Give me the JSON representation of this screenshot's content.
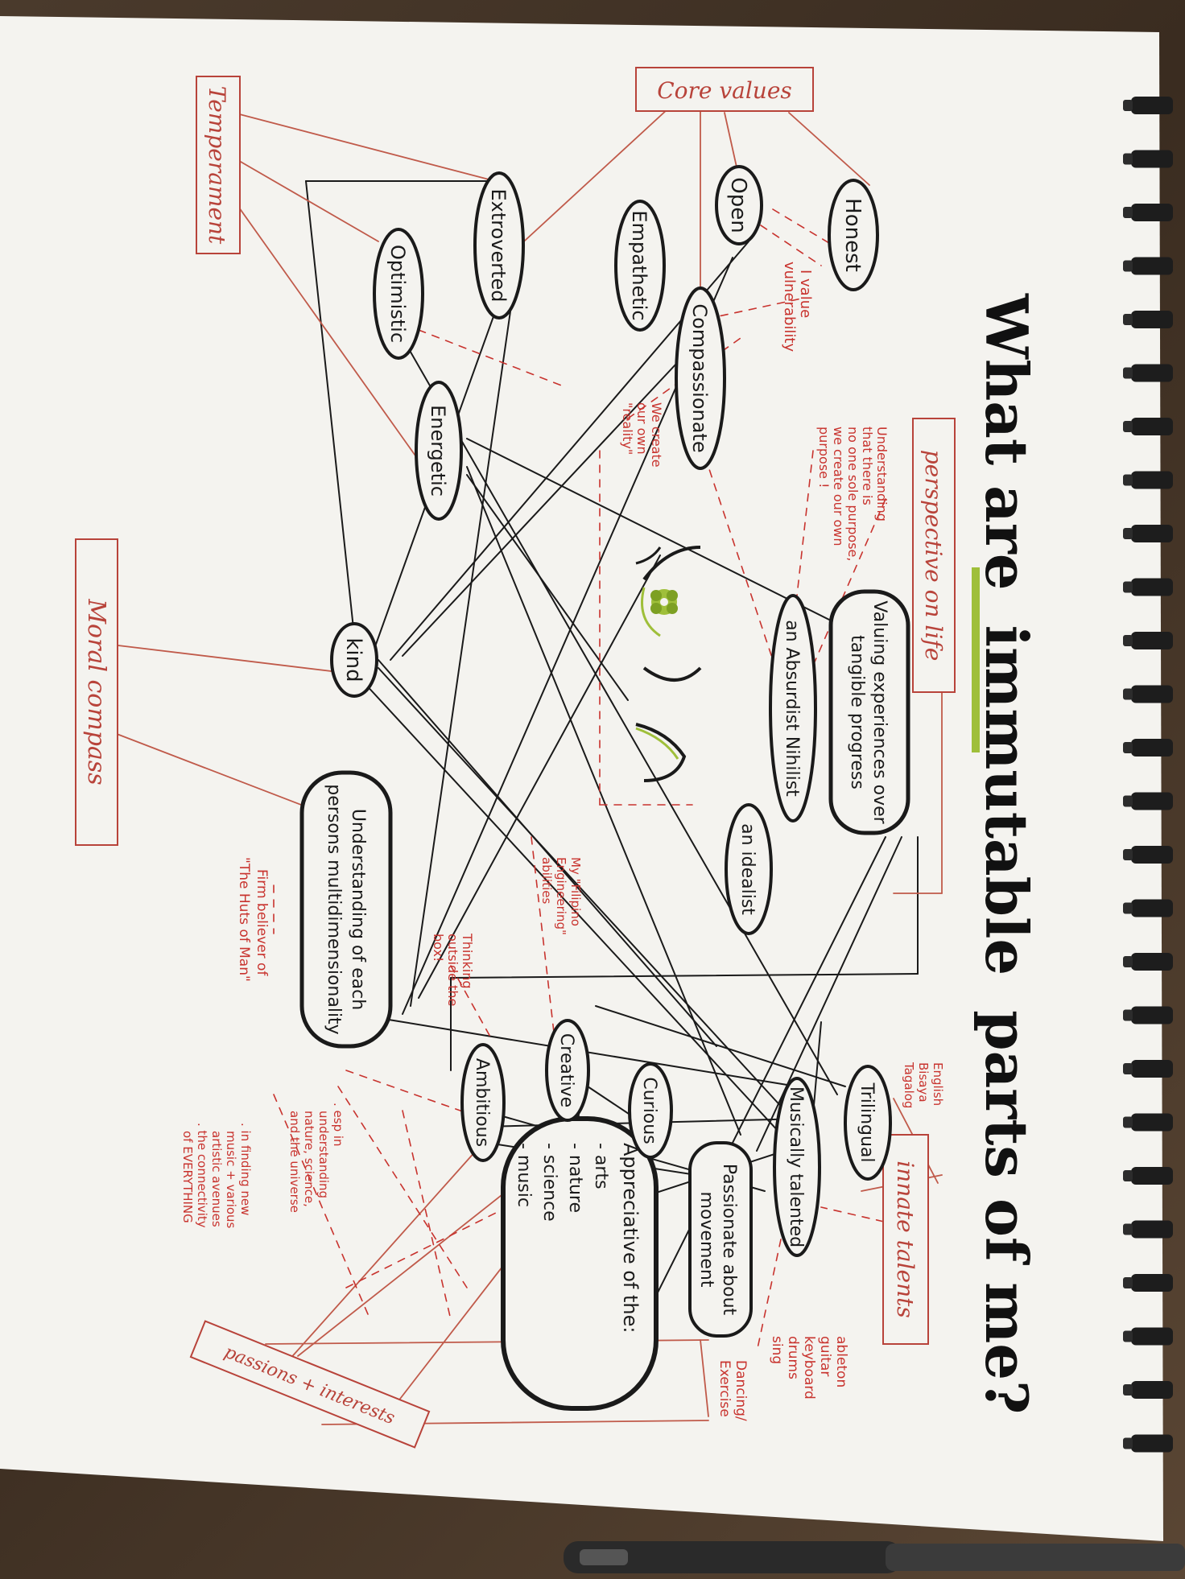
{
  "title": {
    "before": "What are",
    "highlight": "immutable",
    "after": "parts of me?"
  },
  "categories": {
    "core_values": "Core values",
    "temperament": "Temperament",
    "perspective": "perspective on life",
    "moral_compass": "Moral compass",
    "innate_talents": "innate talents",
    "passions": "passions + interests"
  },
  "nodes": {
    "honest": "Honest",
    "open": "Open",
    "empathetic": "Empathetic",
    "extroverted": "Extroverted",
    "optimistic": "Optimistic",
    "compassionate": "Compassionate",
    "energetic": "Energetic",
    "kind": "kind",
    "understanding_l1": "Understanding of each",
    "understanding_l2": "persons multidimensionality",
    "valuing_l1": "Valuing experiences over",
    "valuing_l2": "tangible progress",
    "absurdist": "an Absurdist Nihilist",
    "idealist": "an idealist",
    "trilingual": "Trilingual",
    "musical": "Musically talented",
    "passionate_l1": "Passionate about",
    "passionate_l2": "movement",
    "appreciative_head": "Appreciative of the:",
    "appreciative_items": [
      "- arts",
      "- nature",
      "- science",
      "- music"
    ],
    "curious": "Curious",
    "creative": "Creative",
    "ambitious": "Ambitious"
  },
  "notes": {
    "vulnerability": [
      "I value",
      "vulnerability"
    ],
    "we_create": [
      "We create",
      "our own",
      "\"reality\""
    ],
    "purpose": [
      "Understanding",
      "that there is",
      "no one sole purpose,",
      "we create our own",
      "purpose !"
    ],
    "languages": [
      "English",
      "Bisaya",
      "Tagalog"
    ],
    "instruments": [
      "ableton",
      "guitar",
      "keyboard",
      "drums",
      "sing"
    ],
    "dancing": [
      "Dancing/",
      "Exercise"
    ],
    "hutts": [
      "Firm believer of",
      "\"The Huts of Man\""
    ],
    "filipino": [
      "My \"Filipino",
      "Engineering\"",
      "abilities"
    ],
    "thinking": [
      "Thinking",
      "outside the",
      "box!"
    ],
    "esp": [
      ". esp in",
      "understanding",
      "nature, science,",
      "and the universe"
    ],
    "finding": [
      ". in finding new",
      "music + various",
      "artistic avenues",
      ". the connectivity",
      "of EVERYTHING"
    ]
  },
  "colors": {
    "ink": "#1a1a1a",
    "red_ink": "#c8332e",
    "category_ink": "#b8433a",
    "highlight_green": "#9fbf3a",
    "paper": "#f4f3ef"
  }
}
